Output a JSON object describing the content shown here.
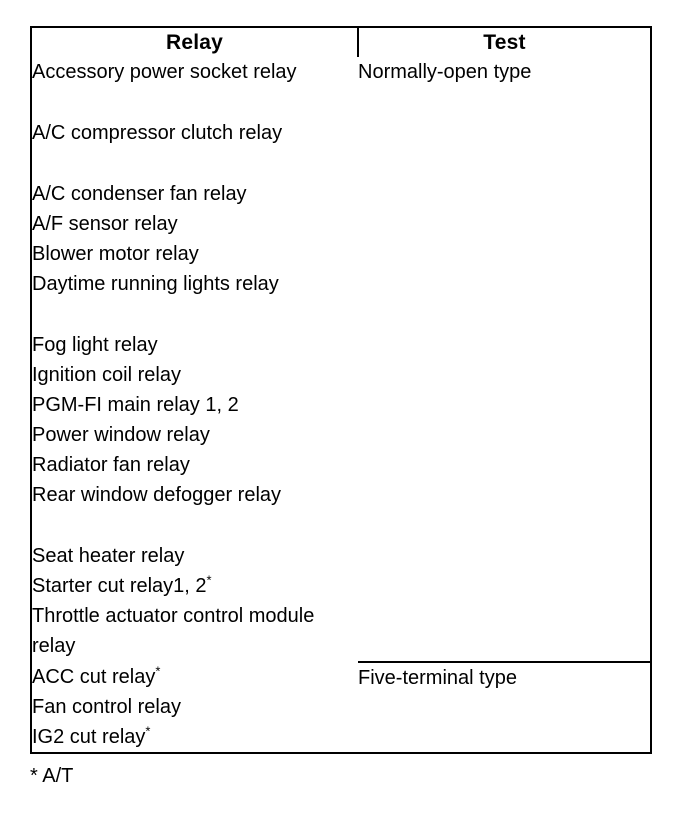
{
  "table": {
    "headers": {
      "relay": "Relay",
      "test": "Test"
    },
    "groups": [
      {
        "test": "Normally-open type",
        "rows": [
          {
            "label": "Accessory power socket relay",
            "lines": 2,
            "asterisk": false
          },
          {
            "label": "A/C compressor clutch relay",
            "lines": 2,
            "asterisk": false
          },
          {
            "label": "A/C condenser fan relay",
            "lines": 1,
            "asterisk": false
          },
          {
            "label": "A/F sensor relay",
            "lines": 1,
            "asterisk": false
          },
          {
            "label": "Blower motor relay",
            "lines": 1,
            "asterisk": false
          },
          {
            "label": "Daytime running lights relay",
            "lines": 2,
            "asterisk": false
          },
          {
            "label": "Fog light relay",
            "lines": 1,
            "asterisk": false
          },
          {
            "label": "Ignition coil relay",
            "lines": 1,
            "asterisk": false
          },
          {
            "label": "PGM-FI main relay 1, 2",
            "lines": 1,
            "asterisk": false
          },
          {
            "label": "Power window relay",
            "lines": 1,
            "asterisk": false
          },
          {
            "label": "Radiator fan relay",
            "lines": 1,
            "asterisk": false
          },
          {
            "label": "Rear window defogger relay",
            "lines": 2,
            "asterisk": false
          },
          {
            "label": "Seat heater relay",
            "lines": 1,
            "asterisk": false
          },
          {
            "label": "Starter cut relay1, 2",
            "lines": 1,
            "asterisk": true
          },
          {
            "label": "Throttle actuator control module relay",
            "lines": 2,
            "asterisk": false
          }
        ]
      },
      {
        "test": "Five-terminal type",
        "rows": [
          {
            "label": "ACC cut relay",
            "lines": 1,
            "asterisk": true
          },
          {
            "label": "Fan control relay",
            "lines": 1,
            "asterisk": false
          },
          {
            "label": "IG2 cut relay",
            "lines": 1,
            "asterisk": true
          }
        ]
      }
    ]
  },
  "footnote": "* A/T",
  "colors": {
    "background": "#ffffff",
    "border": "#000000",
    "text": "#000000"
  }
}
